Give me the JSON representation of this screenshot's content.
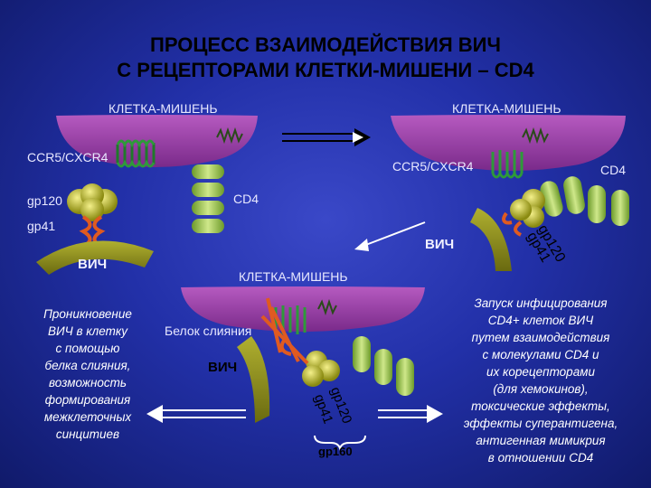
{
  "title": {
    "line1": "ПРОЦЕСС ВЗАИМОДЕЙСТВИЯ ВИЧ",
    "line2": "С РЕЦЕПТОРАМИ КЛЕТКИ-МИШЕНИ – CD4"
  },
  "panel_left": {
    "cell_label": "КЛЕТКА-МИШЕНЬ",
    "coreceptor": "CCR5/CXCR4",
    "gp120": "gp120",
    "gp41": "gp41",
    "cd4": "CD4",
    "virus": "ВИЧ"
  },
  "panel_right": {
    "cell_label": "КЛЕТКА-МИШЕНЬ",
    "coreceptor": "CCR5/CXCR4",
    "cd4": "CD4",
    "virus": "ВИЧ",
    "gp120": "gp120",
    "gp41": "gp41"
  },
  "panel_bottom": {
    "cell_label": "КЛЕТКА-МИШЕНЬ",
    "fusion_protein": "Белок слияния",
    "virus": "ВИЧ",
    "gp120": "gp120",
    "gp41": "gp41",
    "gp160": "gp160"
  },
  "text_left": [
    "Проникновение",
    "ВИЧ в клетку",
    "с помощью",
    "белка слияния,",
    "возможность",
    "формирования",
    "межклеточных",
    "синцитиев"
  ],
  "text_right": [
    "Запуск инфицирования",
    "CD4+ клеток ВИЧ",
    "путем взаимодействия",
    "с молекулами CD4 и",
    "их корецепторами",
    "(для хемокинов),",
    "токсические эффекты,",
    "эффекты суперантигена,",
    "антигенная мимикрия",
    "в отношении CD4"
  ],
  "colors": {
    "membrane": "#9a3aa8",
    "receptor": "#2e9a3a",
    "cd4": "#9ac24a",
    "virus": "#8a8a1a",
    "gp41": "#e05a20",
    "background": "#2230a8"
  }
}
